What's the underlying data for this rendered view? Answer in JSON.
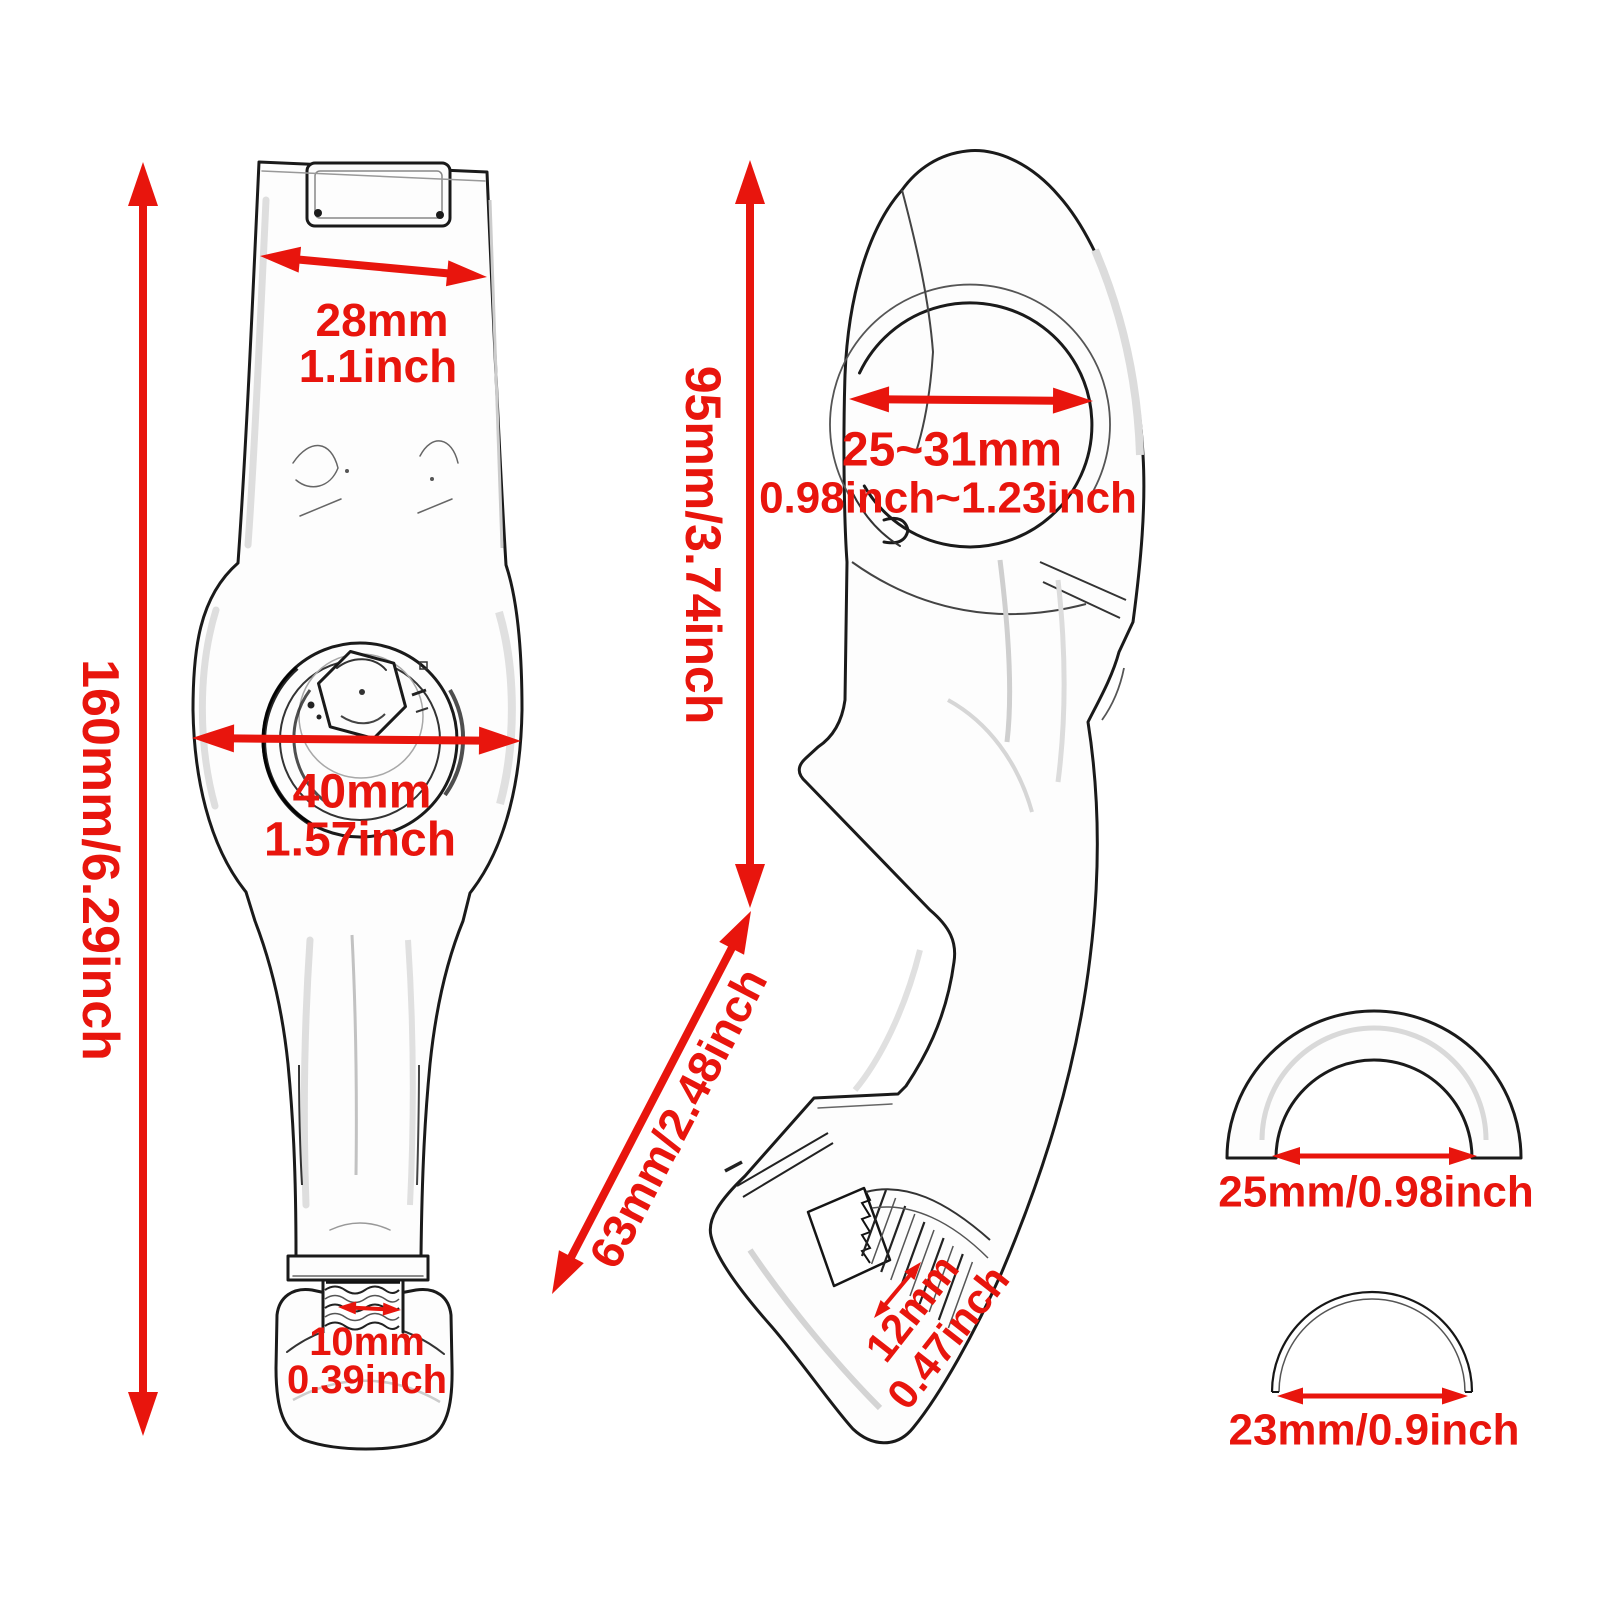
{
  "accent_color": "#e8150d",
  "labels": {
    "overall_height": "160mm/6.29inch",
    "strap_width_mm": "28mm",
    "strap_width_in": "1.1inch",
    "boss_width_mm": "40mm",
    "boss_width_in": "1.57inch",
    "stud_dia_mm": "10mm",
    "stud_dia_in": "0.39inch",
    "side_height": "95mm/3.74inch",
    "clamp_range_mm": "25~31mm",
    "clamp_range_in": "0.98inch~1.23inch",
    "drop_length": "63mm/2.48inch",
    "thread_dia_mm": "12mm",
    "thread_dia_in": "0.47inch",
    "ring_thick_inner": "25mm/0.98inch",
    "ring_thin_inner": "23mm/0.9inch"
  }
}
